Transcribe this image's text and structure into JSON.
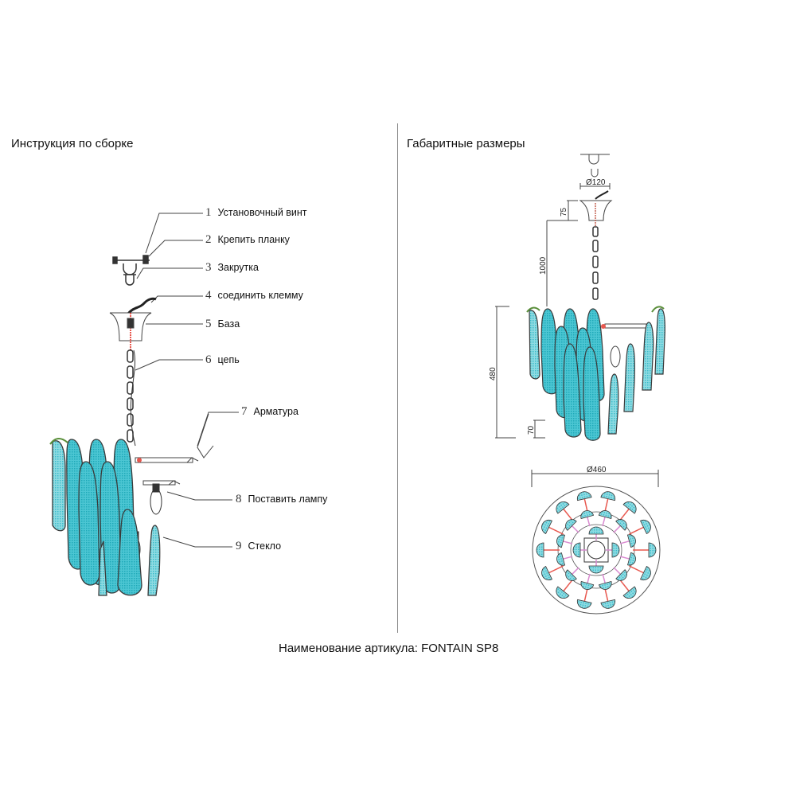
{
  "left_panel": {
    "title": "Инструкция по сборке",
    "callouts": [
      {
        "num": "1",
        "label": "Установочный винт"
      },
      {
        "num": "2",
        "label": "Крепить планку"
      },
      {
        "num": "3",
        "label": "Закрутка"
      },
      {
        "num": "4",
        "label": "соединить клемму"
      },
      {
        "num": "5",
        "label": "База"
      },
      {
        "num": "6",
        "label": "цепь"
      },
      {
        "num": "7",
        "label": "Арматура"
      },
      {
        "num": "8",
        "label": "Поставить лампу"
      },
      {
        "num": "9",
        "label": "Стекло"
      }
    ]
  },
  "right_panel": {
    "title": "Габаритные размеры",
    "dimensions": {
      "canopy_diameter": "Ø120",
      "canopy_height": "75",
      "chain_length": "1000",
      "body_height": "480",
      "bottom_offset": "70",
      "body_diameter": "Ø460"
    }
  },
  "footer": {
    "article_label": "Наименование артикула: FONTAIN SP8"
  },
  "colors": {
    "glass_fill": "#7fd6de",
    "glass_dark": "#2bb7c6",
    "glass_outline": "#3a3a3a",
    "line": "#444444",
    "accent_red": "#e8584f",
    "accent_pink": "#d98ad0",
    "accent_green": "#5a8f3a"
  }
}
